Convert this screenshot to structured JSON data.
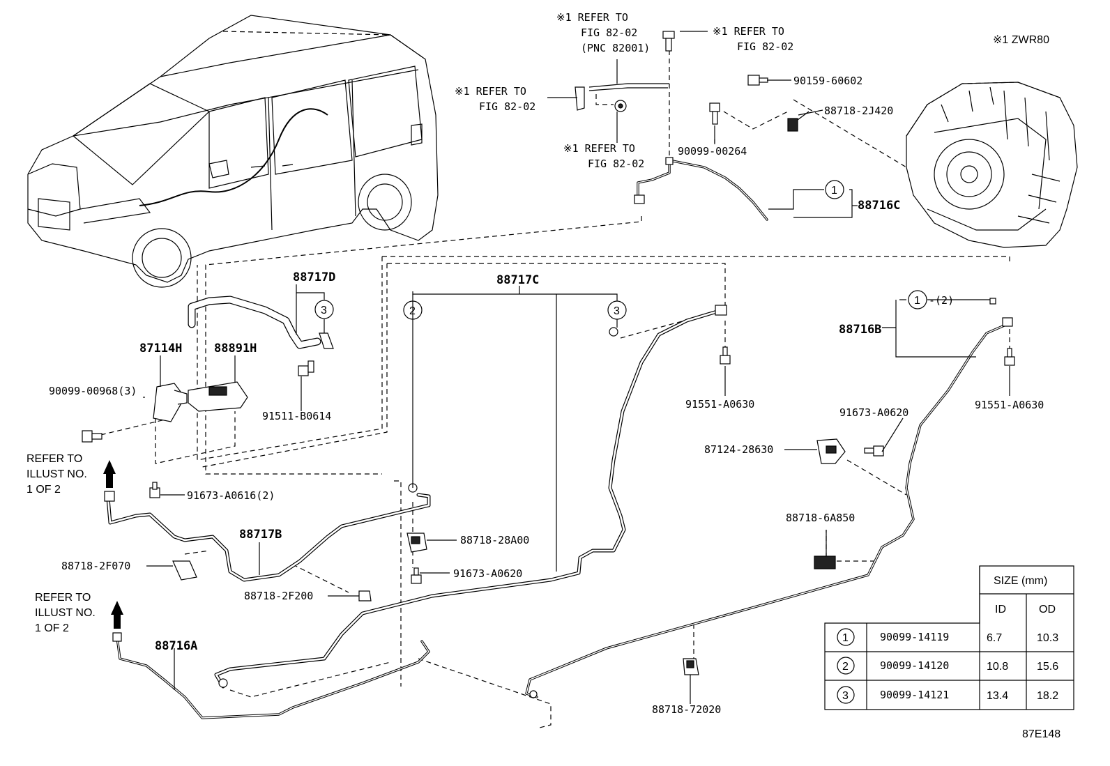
{
  "diagram_code": "87E148",
  "model_note": "※1 ZWR80",
  "refer_notes": [
    {
      "lines": [
        "※1 REFER TO",
        "FIG 82-02",
        "(PNC 82001)"
      ]
    },
    {
      "lines": [
        "※1 REFER TO",
        "FIG 82-02"
      ]
    },
    {
      "lines": [
        "※1 REFER TO",
        "FIG 82-02"
      ]
    },
    {
      "lines": [
        "※1 REFER TO",
        "FIG 82-02"
      ]
    }
  ],
  "refer_illust": [
    {
      "lines": [
        "REFER TO",
        "ILLUST NO.",
        "1 OF 2"
      ]
    },
    {
      "lines": [
        "REFER TO",
        "ILLUST NO.",
        "1 OF 2"
      ]
    }
  ],
  "assemblies": {
    "a88717D": "88717D",
    "a88717C": "88717C",
    "a88716C": "88716C",
    "a88716B": "88716B",
    "a88717B": "88717B",
    "a88716A": "88716A",
    "a87114H": "87114H",
    "a88891H": "88891H"
  },
  "parts": {
    "p90159_60602": "90159-60602",
    "p88718_2J420": "88718-2J420",
    "p90099_00264": "90099-00264",
    "p90099_00968": "90099-00968(3)",
    "p91511_B0614": "91511-B0614",
    "p91673_A0616": "91673-A0616(2)",
    "p91551_A0630a": "91551-A0630",
    "p91551_A0630b": "91551-A0630",
    "p91673_A0620a": "91673-A0620",
    "p87124_28630": "87124-28630",
    "p88718_6A850": "88718-6A850",
    "p88718_28A00": "88718-28A00",
    "p91673_A0620b": "91673-A0620",
    "p88718_2F070": "88718-2F070",
    "p88718_2F200": "88718-2F200",
    "p88718_72020": "88718-72020"
  },
  "callouts": {
    "c1a": "1",
    "c1b": "1",
    "c1b_qty": "-(2)",
    "c2": "2",
    "c3a": "3",
    "c3b": "3"
  },
  "size_table": {
    "title": "SIZE (mm)",
    "col_id": "ID",
    "col_od": "OD",
    "rows": [
      {
        "mark": "1",
        "part": "90099-14119",
        "id": "6.7",
        "od": "10.3"
      },
      {
        "mark": "2",
        "part": "90099-14120",
        "id": "10.8",
        "od": "15.6"
      },
      {
        "mark": "3",
        "part": "90099-14121",
        "id": "13.4",
        "od": "18.2"
      }
    ]
  }
}
